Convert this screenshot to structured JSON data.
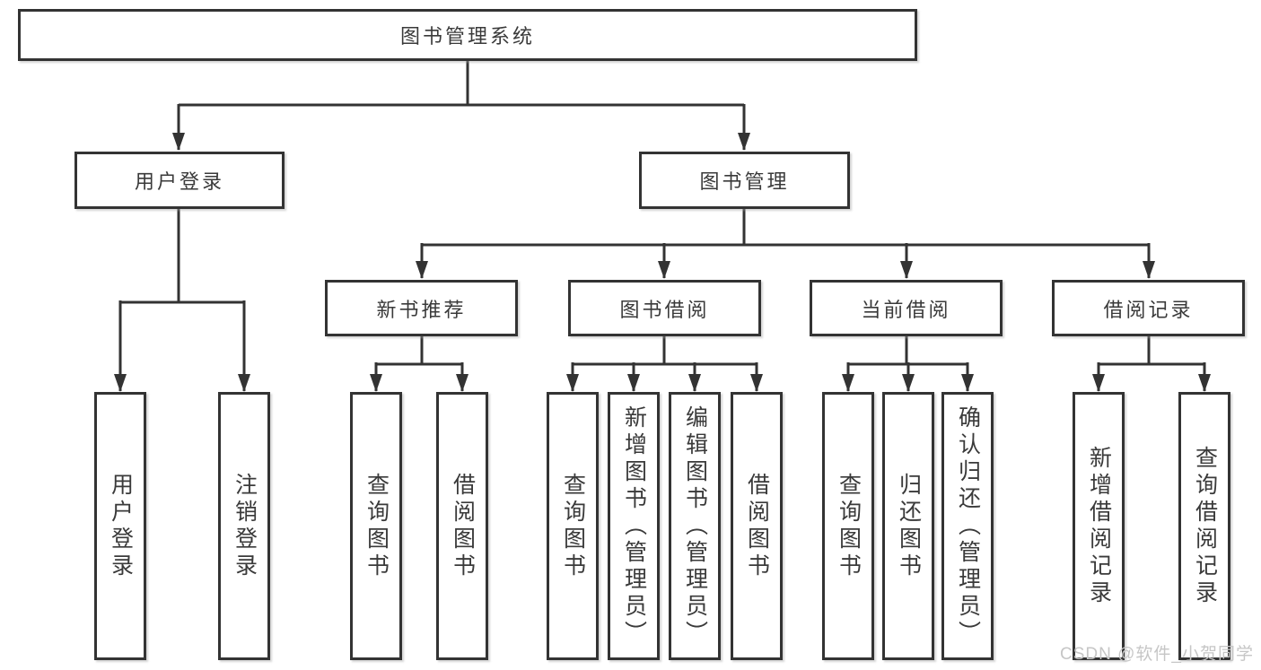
{
  "diagram": {
    "root": {
      "label": "图书管理系统"
    },
    "level2": [
      {
        "label": "用户登录"
      },
      {
        "label": "图书管理"
      }
    ],
    "level3": [
      {
        "label": "新书推荐",
        "parent": "图书管理"
      },
      {
        "label": "图书借阅",
        "parent": "图书管理"
      },
      {
        "label": "当前借阅",
        "parent": "图书管理"
      },
      {
        "label": "借阅记录",
        "parent": "图书管理"
      }
    ],
    "leaves": [
      {
        "label": "用户登录",
        "parent": "用户登录"
      },
      {
        "label": "注销登录",
        "parent": "用户登录"
      },
      {
        "label": "查询图书",
        "parent": "新书推荐"
      },
      {
        "label": "借阅图书",
        "parent": "新书推荐"
      },
      {
        "label": "查询图书",
        "parent": "图书借阅"
      },
      {
        "label": "新增图书（管理员）",
        "parent": "图书借阅"
      },
      {
        "label": "编辑图书（管理员）",
        "parent": "图书借阅"
      },
      {
        "label": "借阅图书",
        "parent": "图书借阅"
      },
      {
        "label": "查询图书",
        "parent": "当前借阅"
      },
      {
        "label": "归还图书",
        "parent": "当前借阅"
      },
      {
        "label": "确认归还（管理员）",
        "parent": "当前借阅"
      },
      {
        "label": "新增借阅记录",
        "parent": "借阅记录"
      },
      {
        "label": "查询借阅记录",
        "parent": "借阅记录"
      }
    ]
  },
  "watermark": {
    "text": "CSDN @软件_小贺同学"
  },
  "colors": {
    "line": "#333333",
    "text": "#3a3a3a",
    "watermark": "#c6c6c6",
    "background": "#ffffff"
  }
}
